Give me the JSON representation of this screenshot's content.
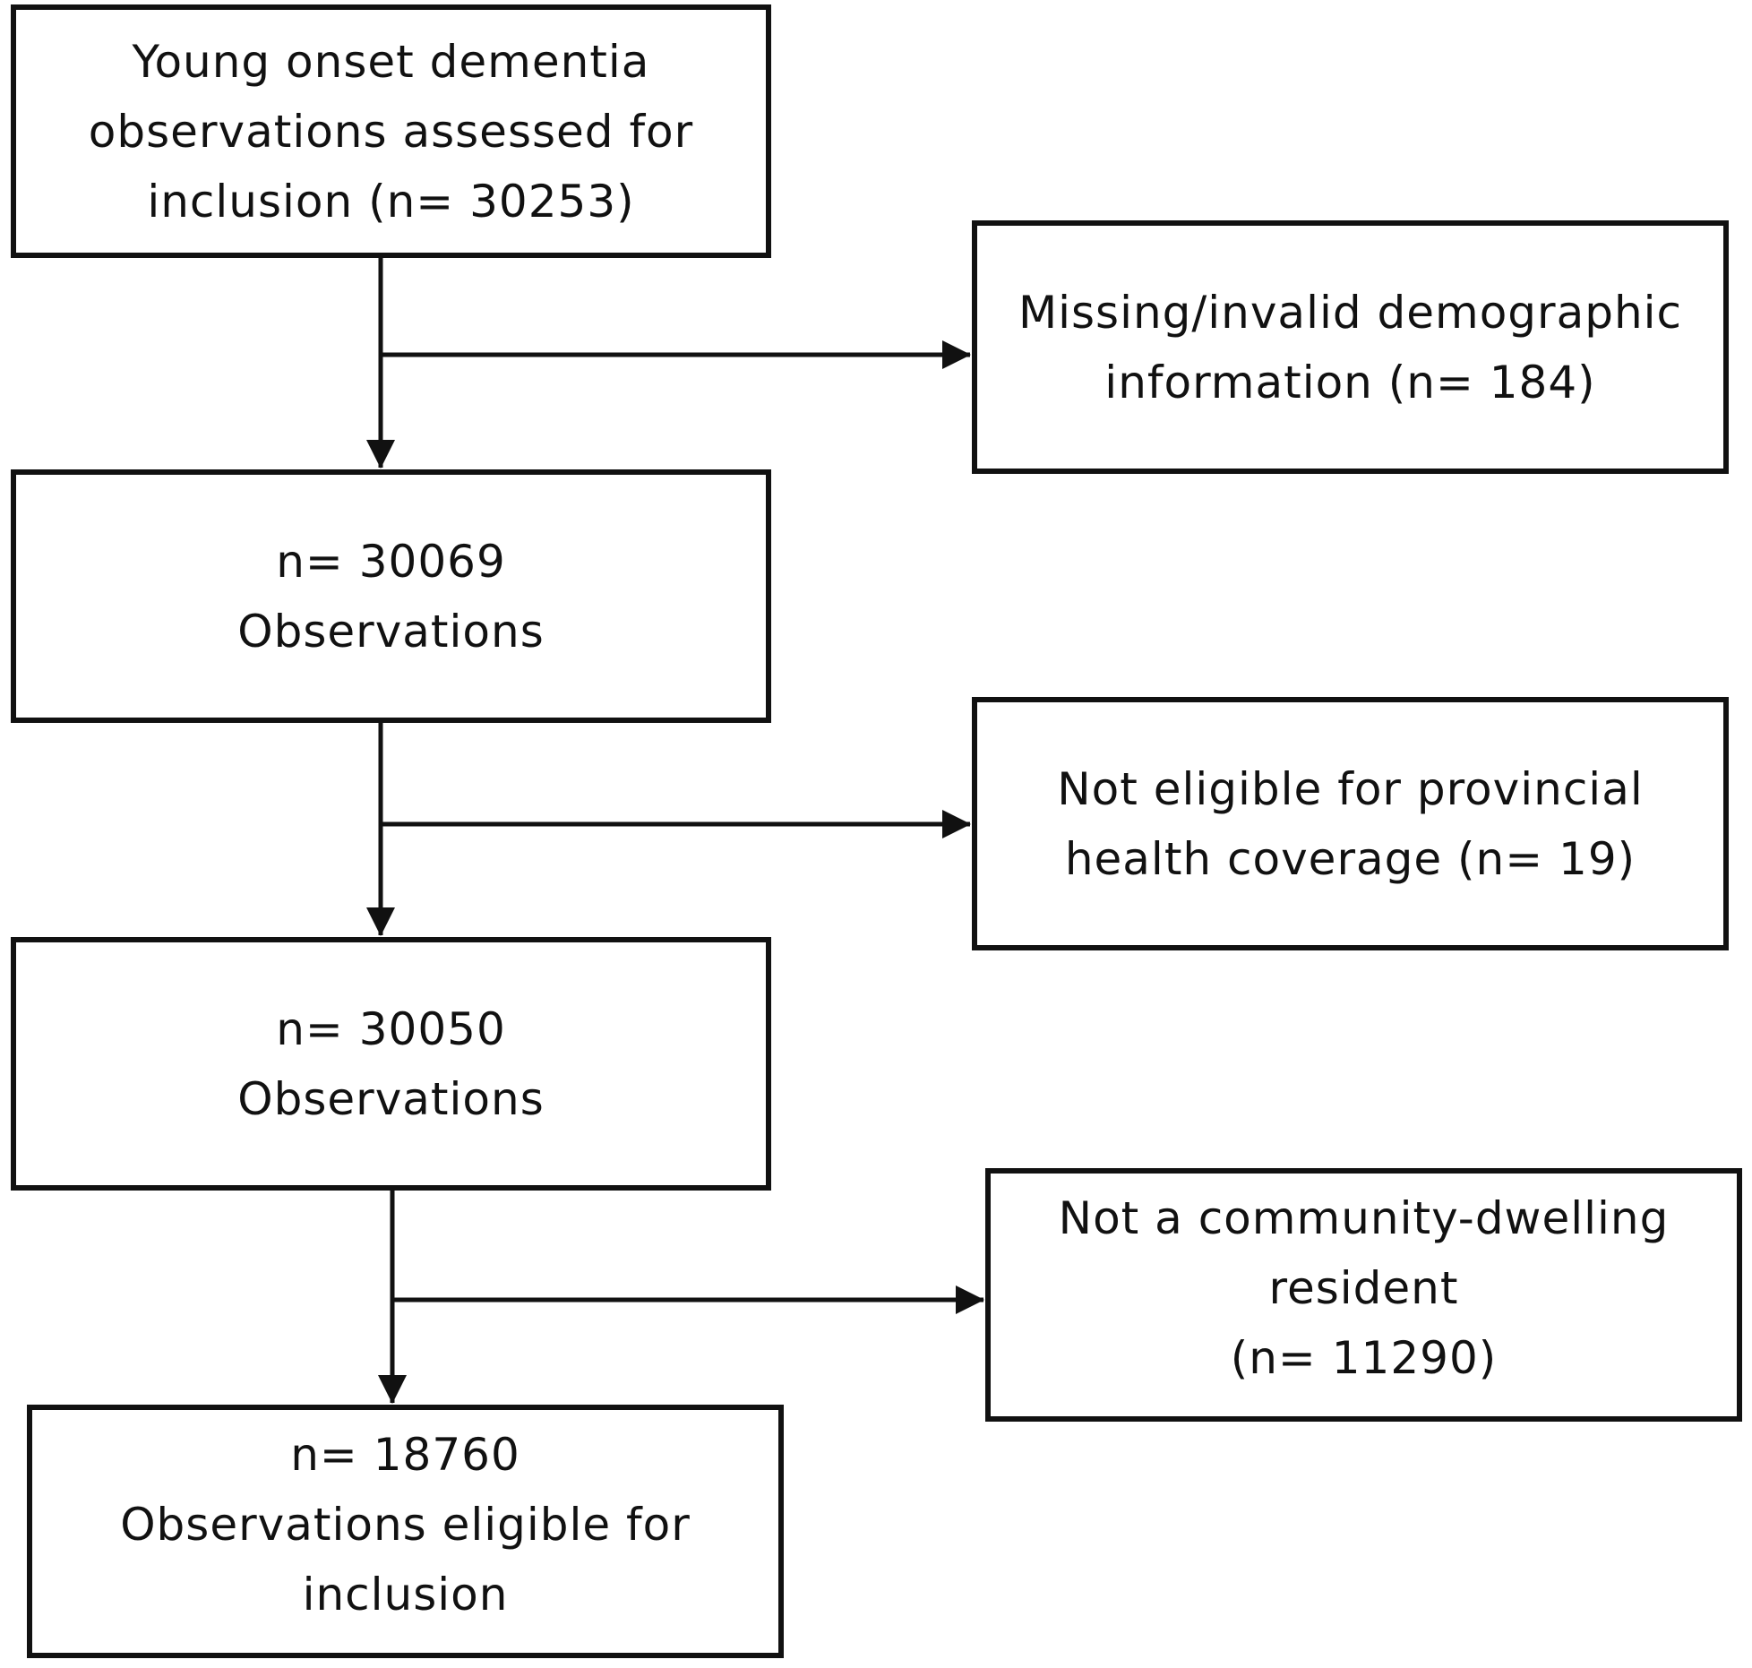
{
  "main_flow": [
    {
      "lines": [
        "Young onset dementia",
        "observations assessed for",
        "inclusion (n= 30253)"
      ]
    },
    {
      "lines": [
        "n= 30069",
        "Observations"
      ]
    },
    {
      "lines": [
        "n= 30050",
        "Observations"
      ]
    },
    {
      "lines": [
        "n= 18760",
        "Observations eligible for",
        "inclusion"
      ]
    }
  ],
  "exclusions": [
    {
      "lines": [
        "Missing/invalid demographic",
        "information (n= 184)"
      ]
    },
    {
      "lines": [
        "Not eligible for provincial",
        "health coverage (n= 19)"
      ]
    },
    {
      "lines": [
        "Not a community-dwelling",
        "resident",
        "(n= 11290)"
      ]
    }
  ]
}
